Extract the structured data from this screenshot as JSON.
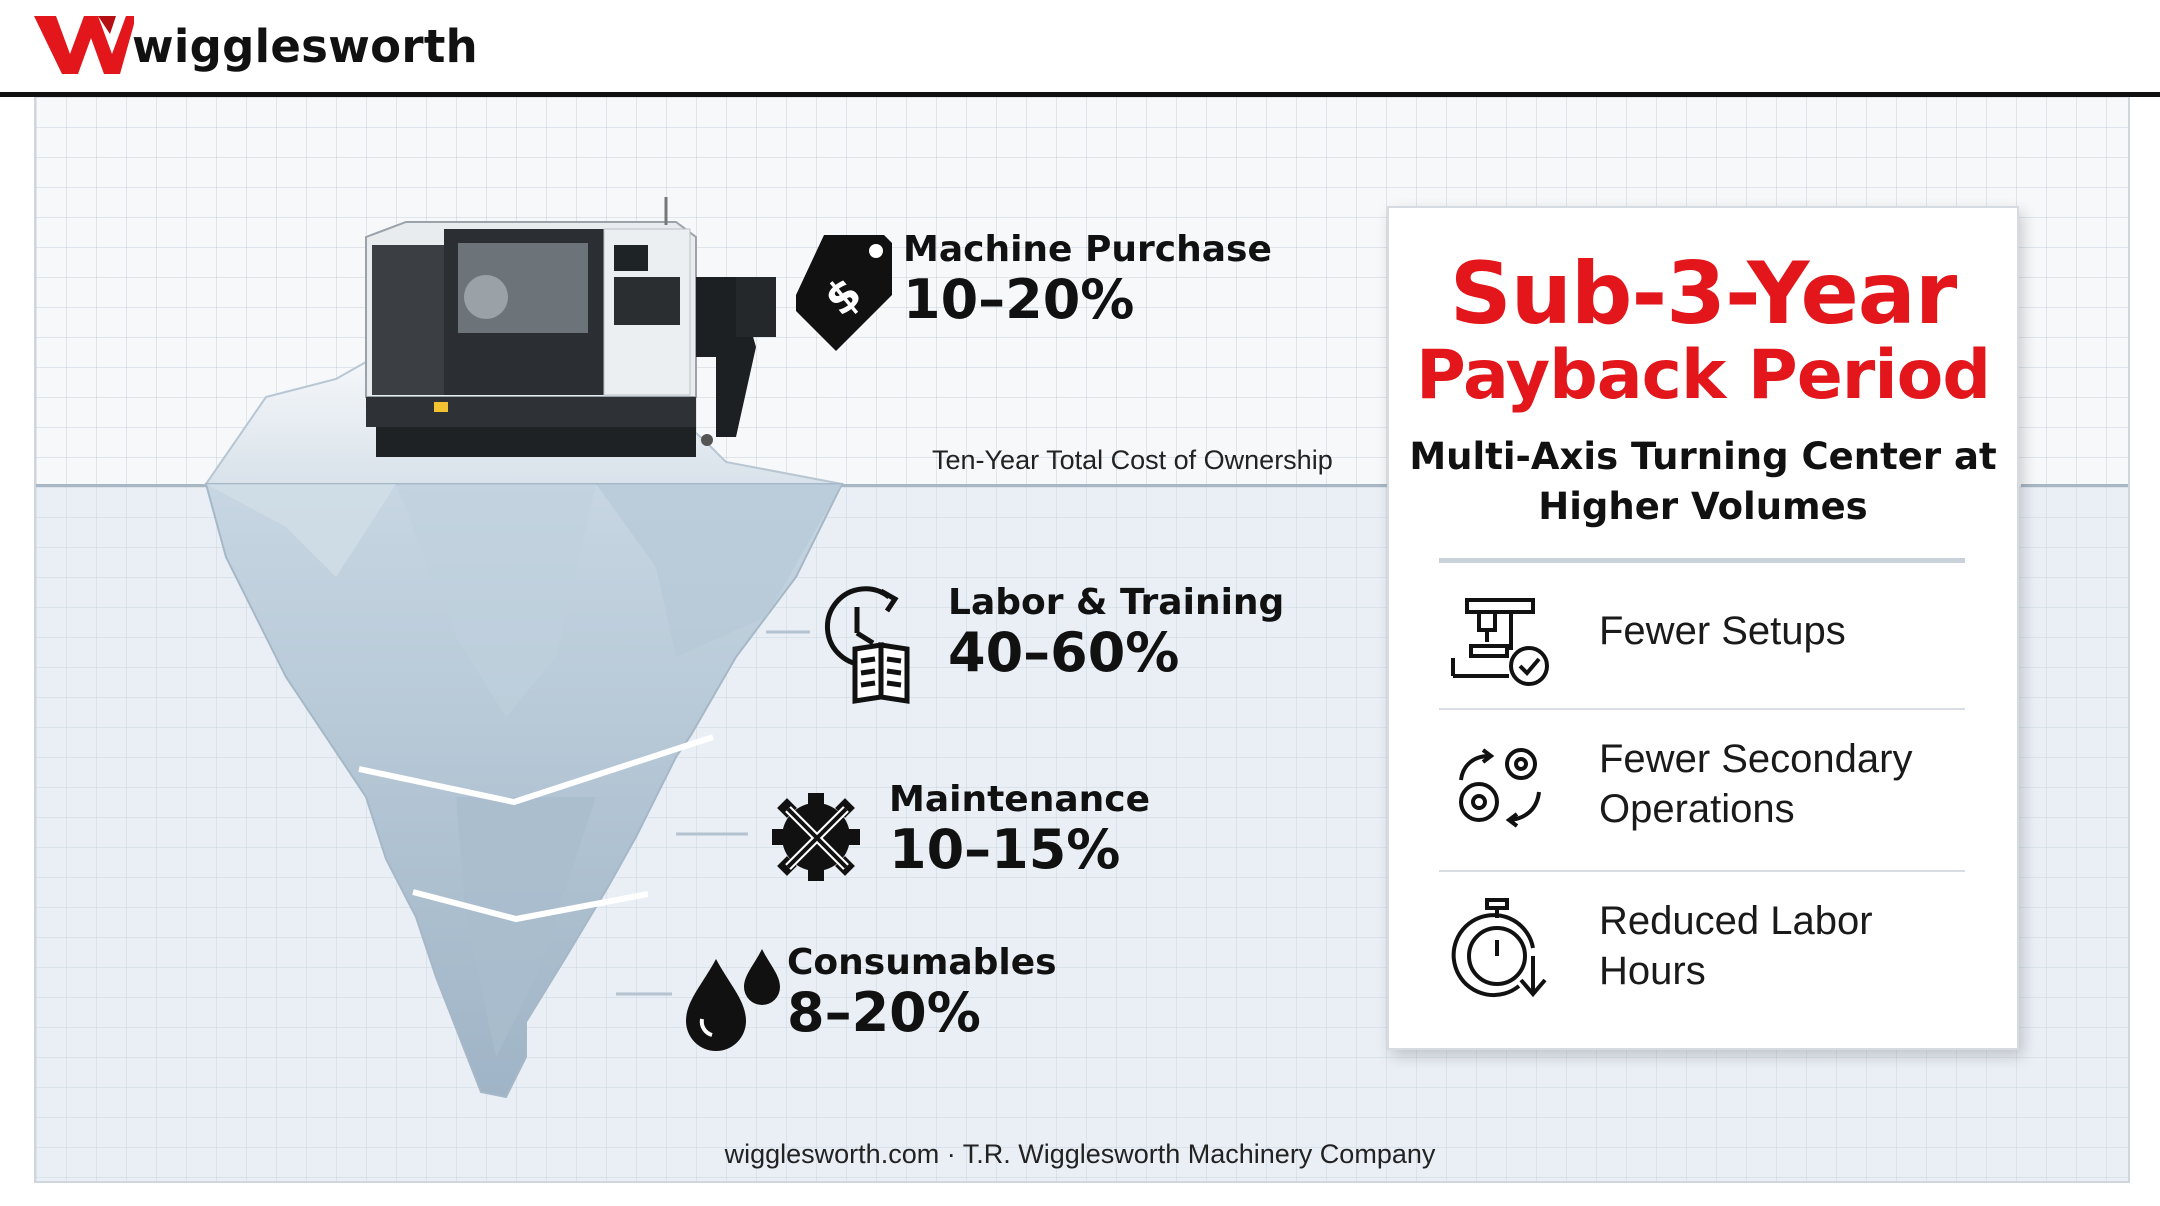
{
  "header": {
    "brand": "wigglesworth",
    "logo_icon": "w-logo-icon",
    "brand_color": "#e3161b"
  },
  "iceberg": {
    "caption": "Ten-Year Total Cost of Ownership",
    "items": [
      {
        "label": "Machine Purchase",
        "value": "10–20%",
        "icon": "price-tag-icon"
      },
      {
        "label": "Labor & Training",
        "value": "40–60%",
        "icon": "clock-book-icon"
      },
      {
        "label": "Maintenance",
        "value": "10–15%",
        "icon": "gear-tools-icon"
      },
      {
        "label": "Consumables",
        "value": "8–20%",
        "icon": "droplets-icon"
      }
    ],
    "machine_image": "cnc-turning-center"
  },
  "card": {
    "title_line1": "Sub-3-Year",
    "title_line2": "Payback Period",
    "subtitle": "Multi-Axis Turning Center at Higher Volumes",
    "benefits": [
      {
        "icon": "machine-check-icon",
        "text": "Fewer Setups"
      },
      {
        "icon": "gears-cycle-icon",
        "text": "Fewer Secondary Operations"
      },
      {
        "icon": "stopwatch-down-icon",
        "text": "Reduced Labor Hours"
      }
    ]
  },
  "footer": {
    "text": "wigglesworth.com · T.R. Wigglesworth Machinery Company"
  }
}
